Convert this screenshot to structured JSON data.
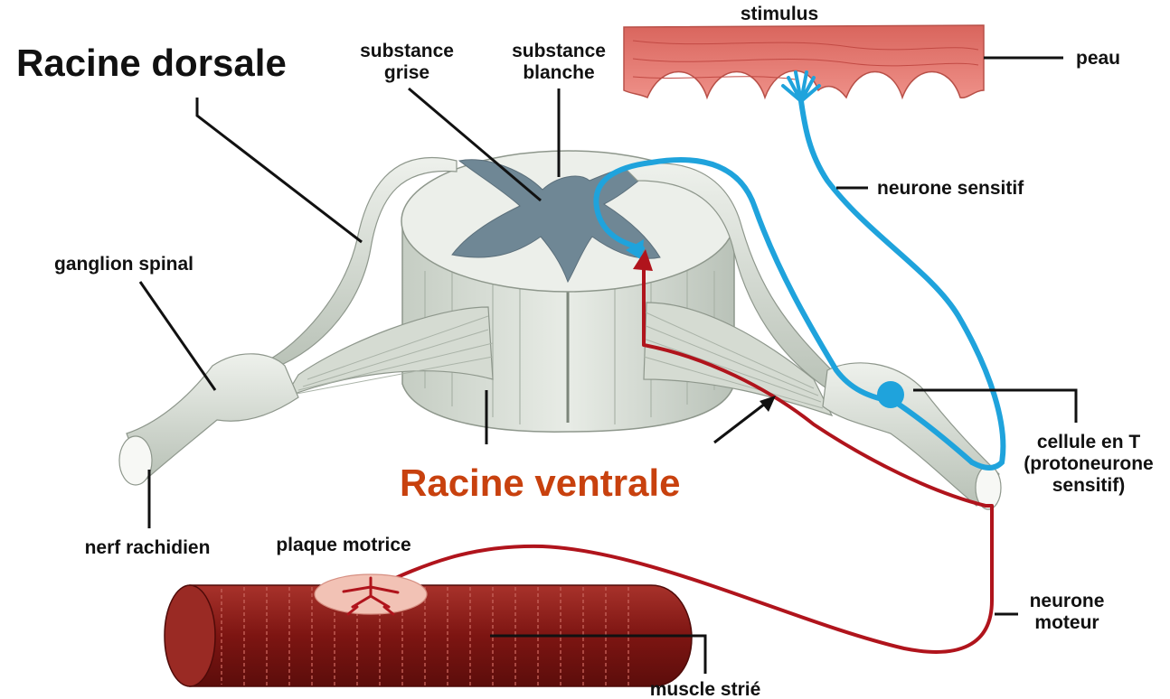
{
  "labels": {
    "racine_dorsale": "Racine dorsale",
    "racine_ventrale": "Racine ventrale",
    "substance_grise": [
      "substance",
      "grise"
    ],
    "substance_blanche": [
      "substance",
      "blanche"
    ],
    "stimulus": "stimulus",
    "peau": "peau",
    "neurone_sensitif": "neurone sensitif",
    "ganglion_spinal": "ganglion spinal",
    "cellule_en_t": [
      "cellule en T",
      "(protoneurone",
      "sensitif)"
    ],
    "nerf_rachidien": "nerf rachidien",
    "plaque_motrice": "plaque motrice",
    "neurone_moteur": [
      "neurone",
      "moteur"
    ],
    "muscle_strie": "muscle strié"
  },
  "colors": {
    "label_text": "#111111",
    "ventral_title": "#c8410e",
    "sensory_neuron": "#1fa3dc",
    "motor_neuron": "#b0141c",
    "skin": "#e0736a",
    "muscle": "#8a1c18",
    "grey_matter": "#6f8795",
    "white_matter": "#e7ebe6",
    "nerve_tissue": "#d7ddd4"
  }
}
